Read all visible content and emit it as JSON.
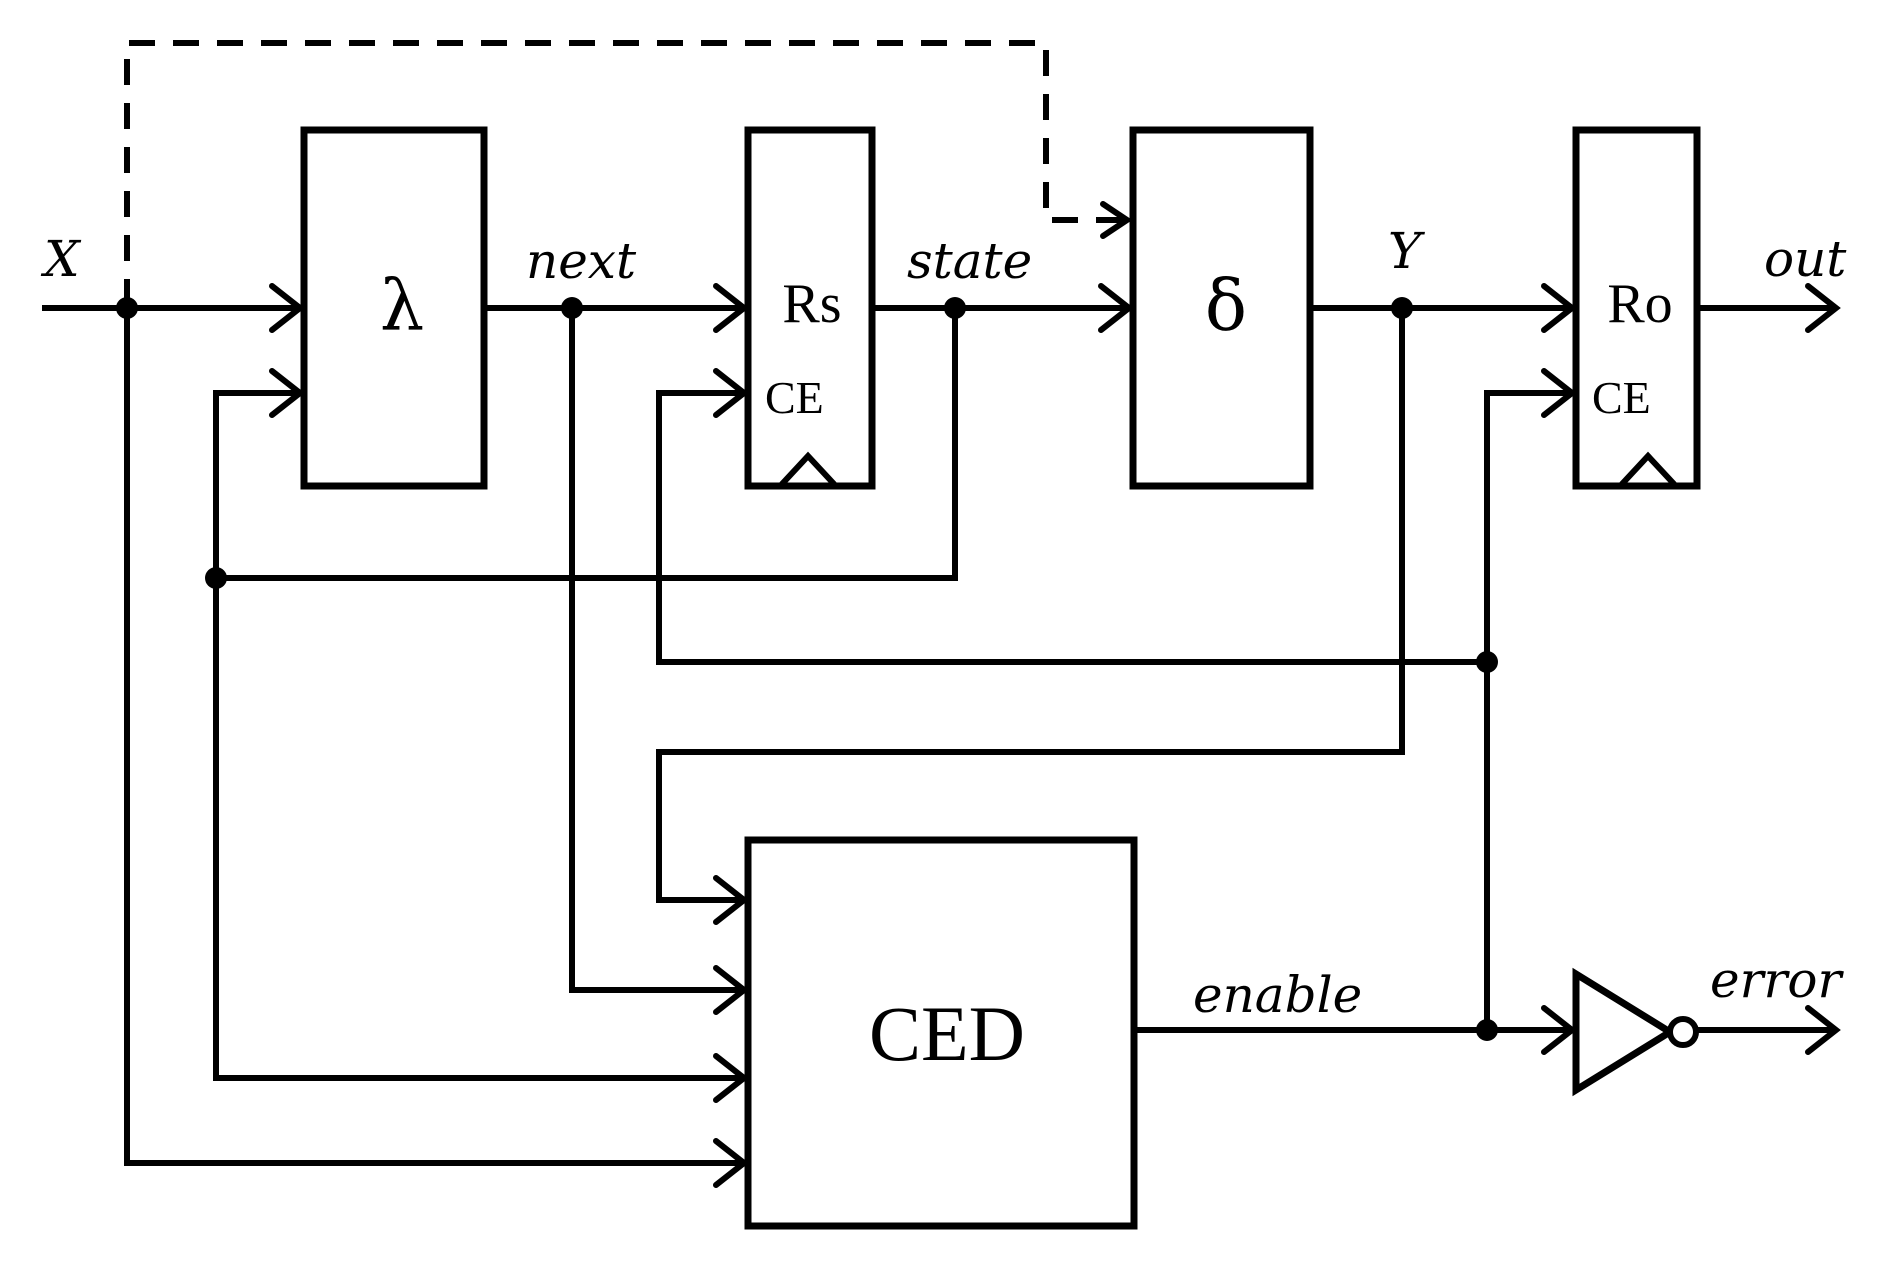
{
  "blocks": {
    "lambda": "λ",
    "rs": "Rs",
    "delta": "δ",
    "ro": "Ro",
    "ced": "CED",
    "rs_ce": "CE",
    "ro_ce": "CE"
  },
  "signals": {
    "x": "X",
    "next": "next",
    "state": "state",
    "y": "Y",
    "out": "out",
    "enable": "enable",
    "error": "error"
  },
  "colors": {
    "stroke": "#000000",
    "background": "#ffffff"
  }
}
